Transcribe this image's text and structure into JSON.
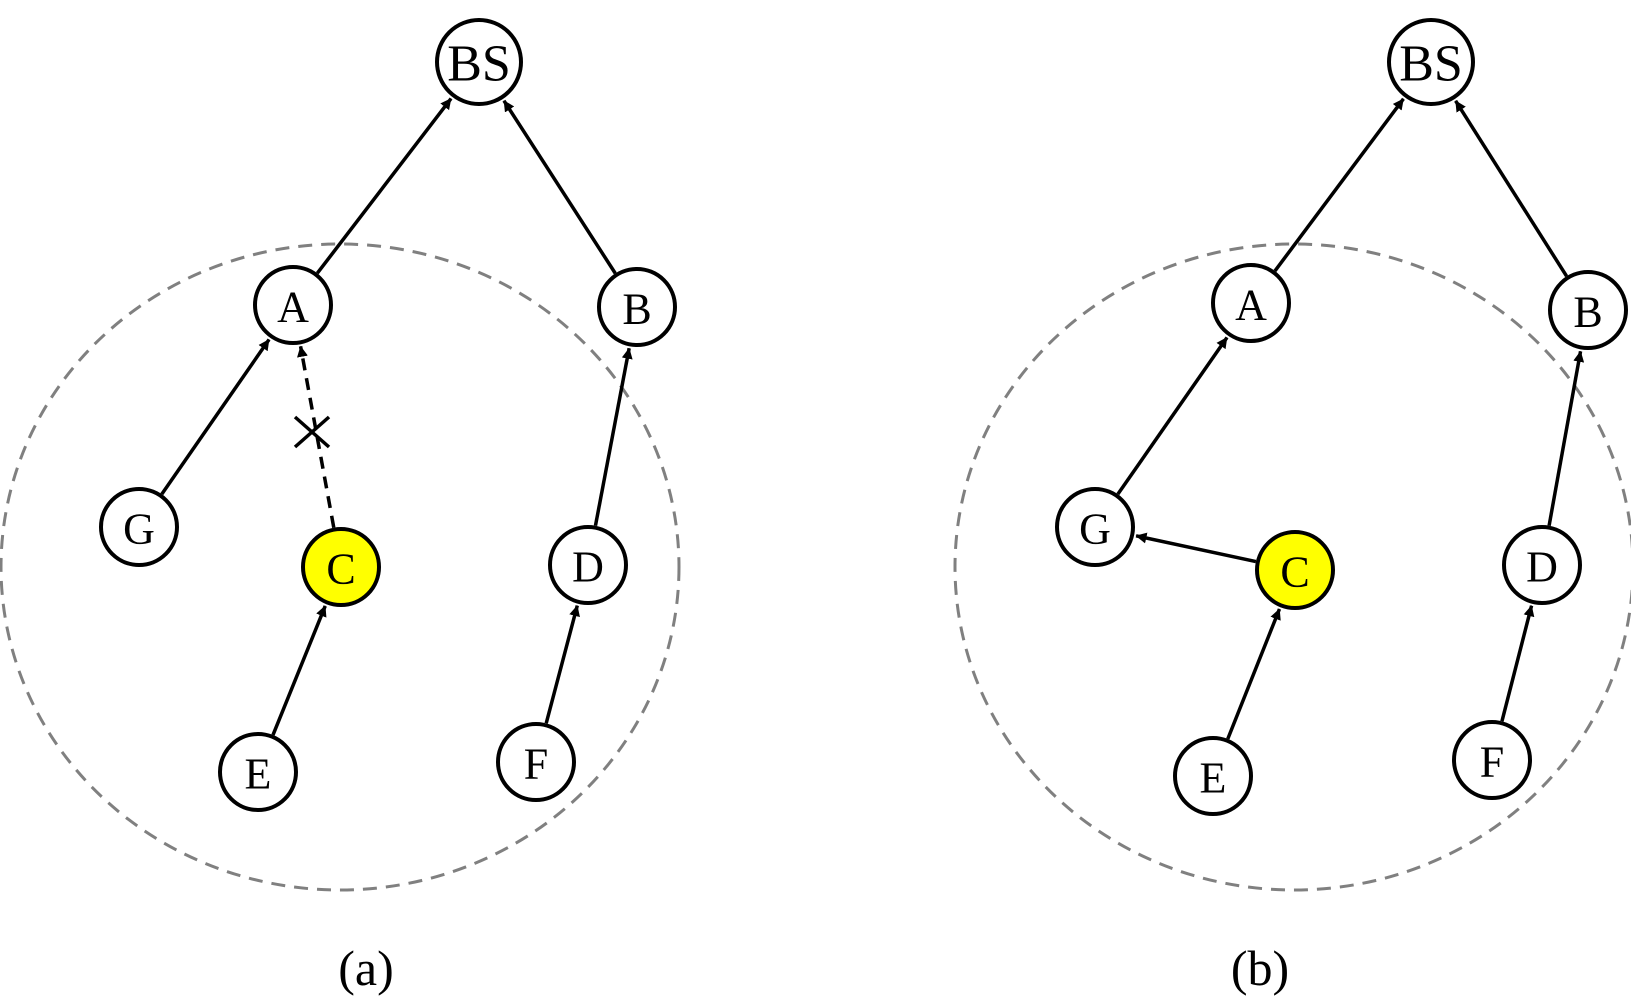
{
  "panels": [
    {
      "caption": "(a)",
      "nodes": {
        "BS": "BS",
        "A": "A",
        "B": "B",
        "G": "G",
        "C": "C",
        "D": "D",
        "E": "E",
        "F": "F"
      },
      "edges": [
        {
          "from": "A",
          "to": "BS",
          "style": "solid"
        },
        {
          "from": "B",
          "to": "BS",
          "style": "solid"
        },
        {
          "from": "G",
          "to": "A",
          "style": "solid"
        },
        {
          "from": "C",
          "to": "A",
          "style": "broken"
        },
        {
          "from": "D",
          "to": "B",
          "style": "solid"
        },
        {
          "from": "E",
          "to": "C",
          "style": "solid"
        },
        {
          "from": "F",
          "to": "D",
          "style": "solid"
        }
      ],
      "highlighted_node": "C"
    },
    {
      "caption": "(b)",
      "nodes": {
        "BS": "BS",
        "A": "A",
        "B": "B",
        "G": "G",
        "C": "C",
        "D": "D",
        "E": "E",
        "F": "F"
      },
      "edges": [
        {
          "from": "A",
          "to": "BS",
          "style": "solid"
        },
        {
          "from": "B",
          "to": "BS",
          "style": "solid"
        },
        {
          "from": "G",
          "to": "A",
          "style": "solid"
        },
        {
          "from": "C",
          "to": "G",
          "style": "solid"
        },
        {
          "from": "D",
          "to": "B",
          "style": "solid"
        },
        {
          "from": "E",
          "to": "C",
          "style": "solid"
        },
        {
          "from": "F",
          "to": "D",
          "style": "solid"
        }
      ],
      "highlighted_node": "C"
    }
  ],
  "colors": {
    "highlight": "#ffff00",
    "range_circle": "#808080",
    "edge": "#000000"
  }
}
